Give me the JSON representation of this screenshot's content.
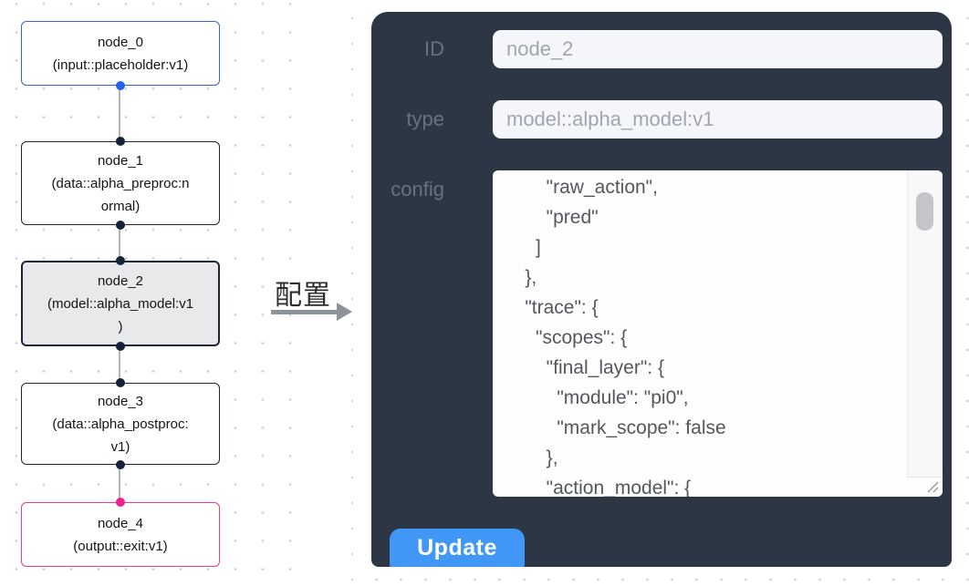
{
  "flow": {
    "nodes": [
      {
        "title": "node_0",
        "subtitle": "(input::placeholder:v1)",
        "kind": "input",
        "selected": false
      },
      {
        "title": "node_1",
        "subtitle": "(data::alpha_preproc:n\normal)",
        "kind": "data",
        "selected": false
      },
      {
        "title": "node_2",
        "subtitle": "(model::alpha_model:v1\n)",
        "kind": "model",
        "selected": true
      },
      {
        "title": "node_3",
        "subtitle": "(data::alpha_postproc:\nv1)",
        "kind": "data",
        "selected": false
      },
      {
        "title": "node_4",
        "subtitle": "(output::exit:v1)",
        "kind": "output",
        "selected": false
      }
    ]
  },
  "arrow": {
    "label": "配置"
  },
  "panel": {
    "id_label": "ID",
    "id_value": "node_2",
    "type_label": "type",
    "type_value": "model::alpha_model:v1",
    "config_label": "config",
    "config_text": "        \"raw_action\",\n        \"pred\"\n      ]\n    },\n    \"trace\": {\n      \"scopes\": {\n        \"final_layer\": {\n          \"module\": \"pi0\",\n          \"mark_scope\": false\n        },\n        \"action_model\": {",
    "update_label": "Update"
  },
  "colors": {
    "panel_bg": "#2d3644",
    "accent_button_blue": "#4197f6",
    "input_node_border_blue": "#3465cf",
    "output_node_border_pink": "#e73e8a",
    "default_node_border": "#1b2537",
    "selected_node_bg": "#e9e9eb",
    "edge_gray": "#b6b6ba",
    "field_bg": "#f4f6fa",
    "label_gray": "#68717f",
    "input_text_gray": "#a0a6b0",
    "dot_grid": "#c7cbd2"
  }
}
